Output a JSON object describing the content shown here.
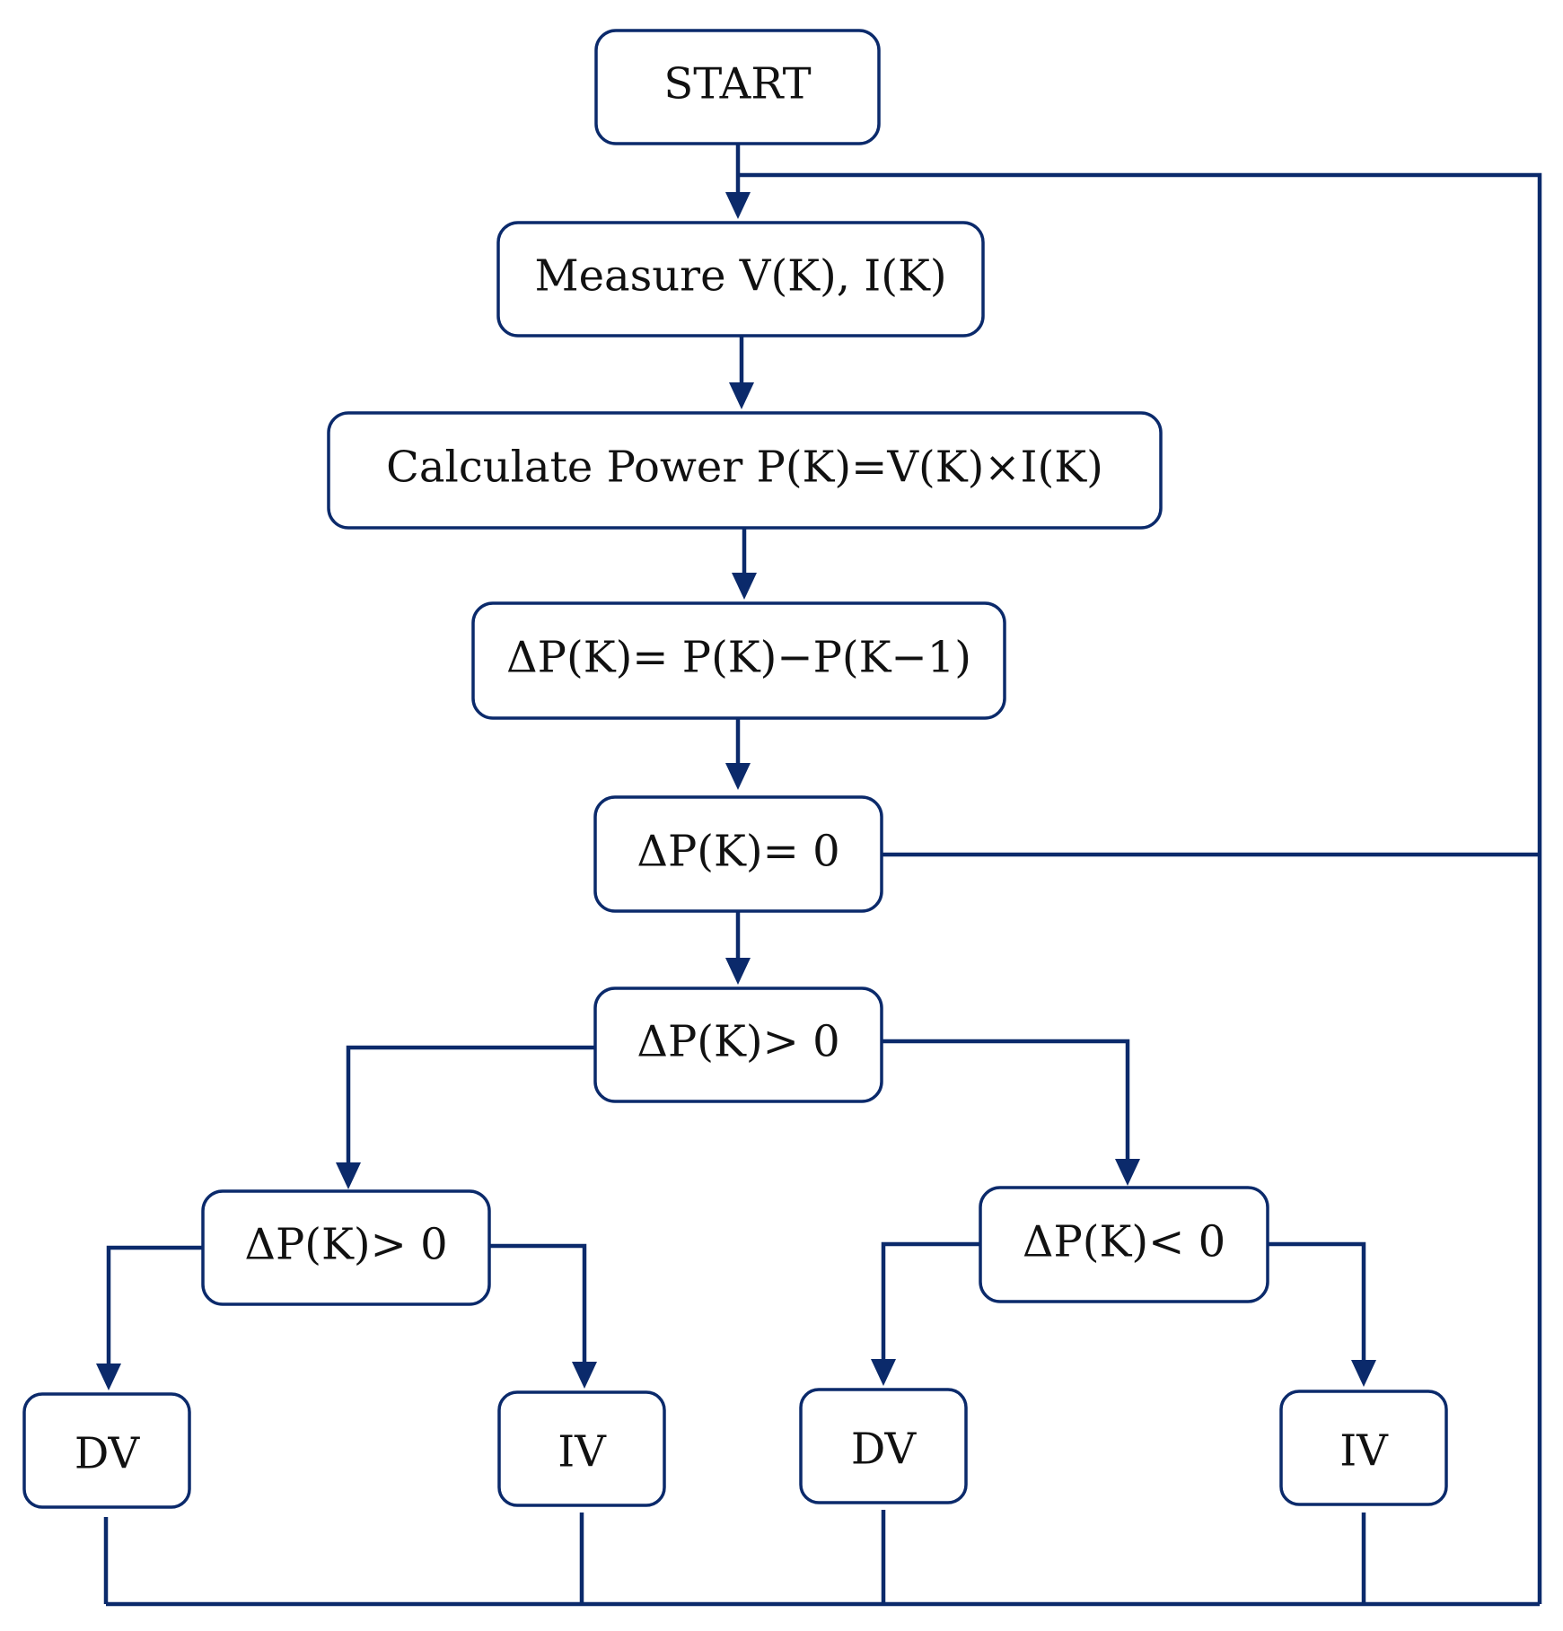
{
  "colors": {
    "line": "#0b2a6b",
    "box_border": "#0b2a6b",
    "text": "#111111",
    "background": "#ffffff"
  },
  "nodes": {
    "start": "START",
    "measure": "Measure V(K), I(K)",
    "calculate_power": "Calculate Power P(K)=V(K)×I(K)",
    "delta_p": "ΔP(K)= P(K)−P(K−1)",
    "check_zero": "ΔP(K)= 0",
    "check_positive": "ΔP(K)> 0",
    "left_check_positive": "ΔP(K)> 0",
    "right_check_negative": "ΔP(K)< 0",
    "left_dv": "DV",
    "left_iv": "IV",
    "right_dv": "DV",
    "right_iv": "IV"
  }
}
